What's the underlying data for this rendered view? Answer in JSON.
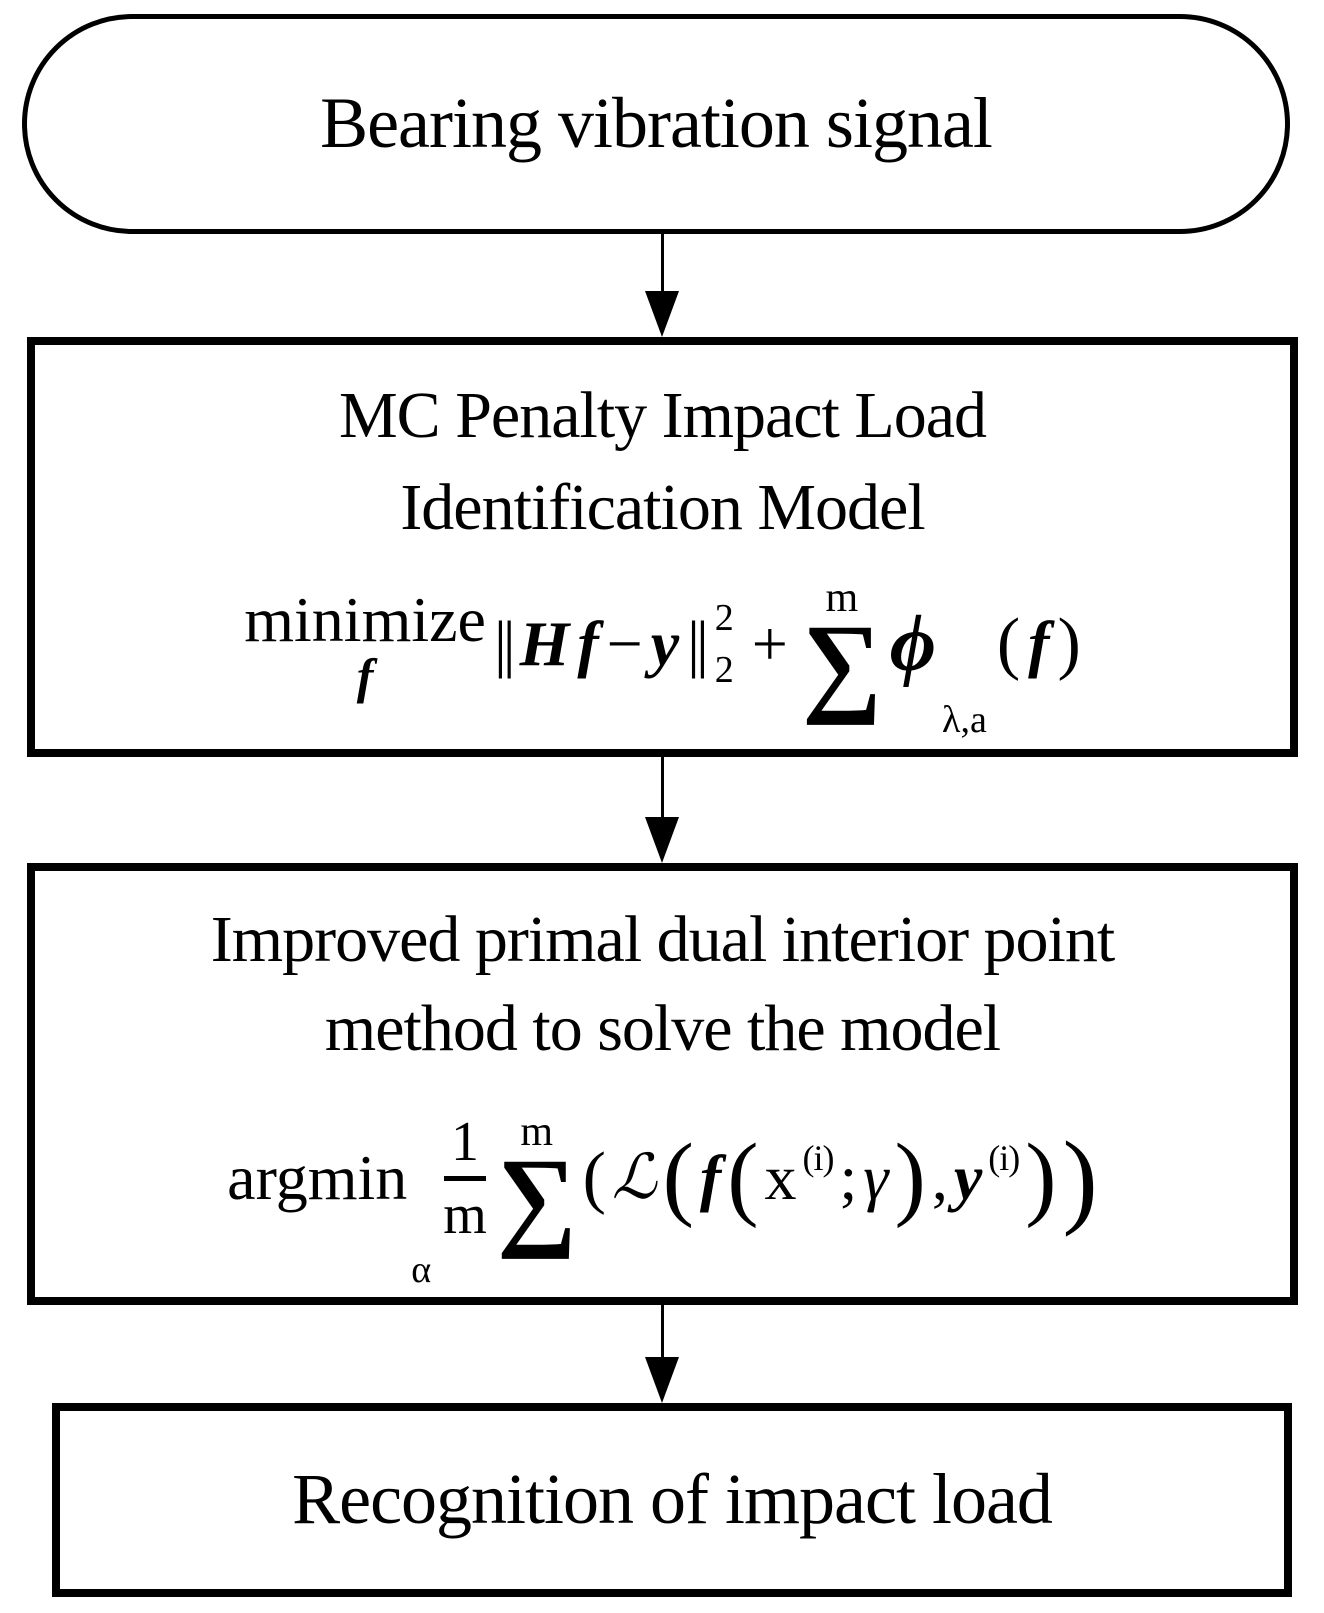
{
  "page": {
    "background": "#ffffff",
    "ink": "#000000"
  },
  "nodes": {
    "start": {
      "label": "Bearing vibration signal"
    },
    "model": {
      "title1": "MC Penalty Impact Load",
      "title2": "Identification Model",
      "formula": {
        "op": "minimize",
        "op_sub": "f",
        "norm_open": "||",
        "H": "H",
        "f": "f",
        "minus": "−",
        "y": "y",
        "norm_close": "||",
        "sup": "2",
        "sub": "2",
        "plus": "+",
        "sum_limit": "m",
        "sum": "∑",
        "phi": "ϕ",
        "phi_sub": "λ,a",
        "open": "(",
        "arg": "f",
        "close": ")"
      }
    },
    "solver": {
      "title1": "Improved primal dual interior point",
      "title2": "method to solve the model",
      "formula": {
        "op": "argmin",
        "op_sub": "α",
        "num": "1",
        "den": "m",
        "sum_limit": "m",
        "sum": "∑",
        "p_open1": "(",
        "loss": "ℒ",
        "p_open2": "(",
        "f": "f",
        "p_open3": "(",
        "x": "x",
        "x_sup": "(i)",
        "semicolon": ";",
        "gamma": "γ",
        "p_close3": ")",
        "comma": ",",
        "y": "y",
        "y_sup": "(i)",
        "p_close2": ")",
        "p_close1": ")"
      }
    },
    "result": {
      "label": "Recognition of impact load"
    }
  }
}
